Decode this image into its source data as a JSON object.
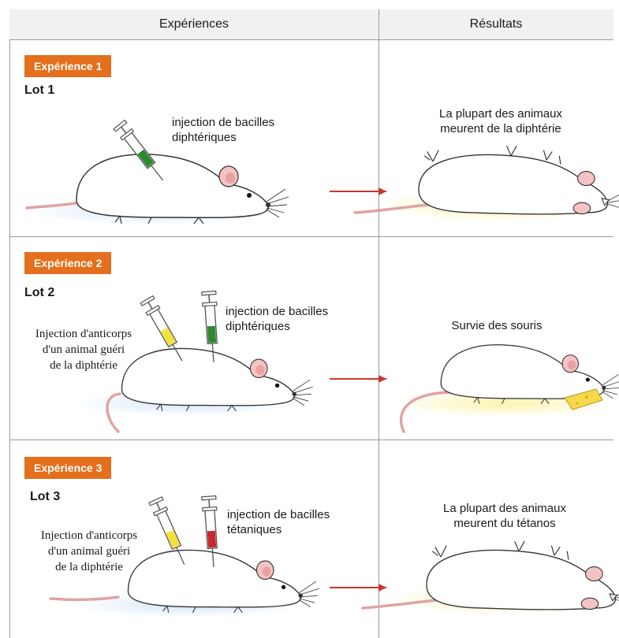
{
  "header": {
    "experiences": "Expériences",
    "resultats": "Résultats"
  },
  "rows": [
    {
      "badge": "Expérience 1",
      "lot": "Lot 1",
      "injection_line1": "injection de bacilles",
      "injection_line2": "diphtériques",
      "result_line1": "La plupart des animaux",
      "result_line2": "meurent de la diphtérie"
    },
    {
      "badge": "Expérience 2",
      "lot": "Lot 2",
      "antibody_line1": "Injection d'anticorps",
      "antibody_line2": "d'un animal guéri",
      "antibody_line3": "de la diphtérie",
      "injection_line1": "injection de bacilles",
      "injection_line2": "diphtériques",
      "result_line1": "Survie des souris"
    },
    {
      "badge": "Expérience 3",
      "lot": "Lot 3",
      "antibody_line1": "Injection d'anticorps",
      "antibody_line2": "d'un animal guéri",
      "antibody_line3": "de la diphtérie",
      "injection_line1": "injection de bacilles",
      "injection_line2": "tétaniques",
      "result_line1": "La plupart des animaux",
      "result_line2": "meurent du tétanos"
    }
  ],
  "colors": {
    "badge": "#e46f1c",
    "arrow": "#c8372d",
    "syringe_green": "#2f8a2f",
    "syringe_yellow": "#f2e23a",
    "syringe_red": "#c9272a",
    "tail": "#e0a3a3"
  }
}
